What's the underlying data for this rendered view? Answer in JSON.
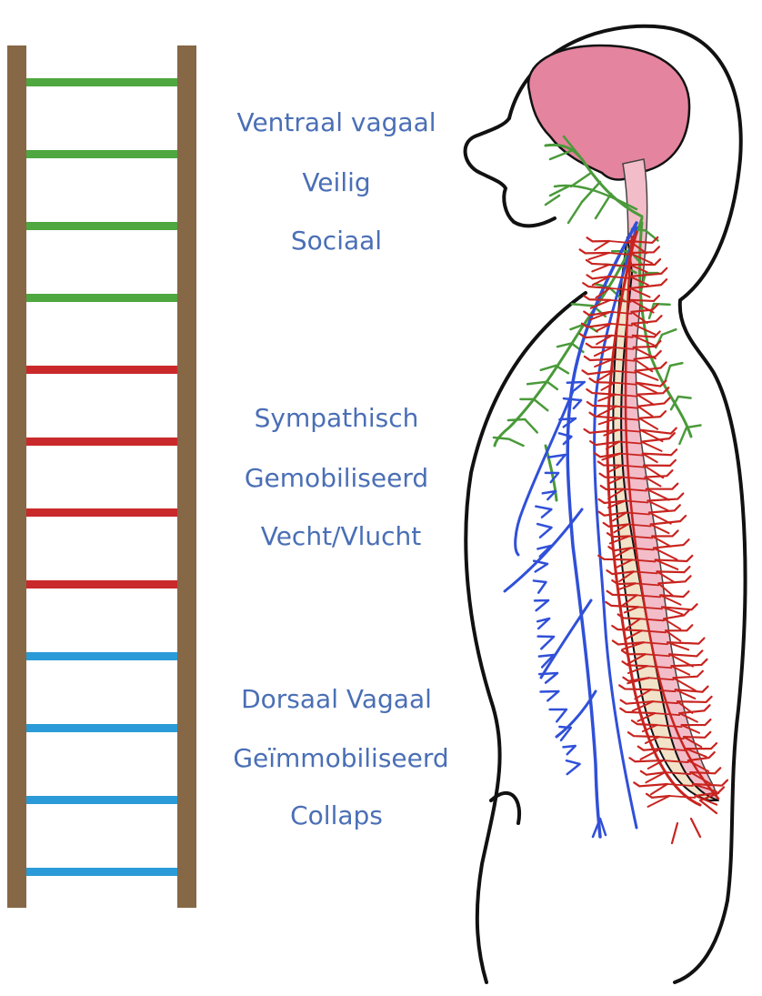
{
  "groups": [
    {
      "key": "ventral",
      "color": "#4ea73f",
      "lines": [
        "Ventraal vagaal",
        "Veilig",
        "Sociaal"
      ]
    },
    {
      "key": "sympathetic",
      "color": "#c9292b",
      "lines": [
        "Sympathisch",
        "Gemobiliseerd",
        "Vecht/Vlucht"
      ]
    },
    {
      "key": "dorsal",
      "color": "#2a9bd8",
      "lines": [
        "Dorsaal Vagaal",
        "Geïmmobiliseerd",
        "Collaps"
      ]
    }
  ],
  "ladder": {
    "rail_color": "#866746",
    "rung_groups": [
      "ventral",
      "ventral",
      "ventral",
      "ventral",
      "sympathetic",
      "sympathetic",
      "sympathetic",
      "sympathetic",
      "dorsal",
      "dorsal",
      "dorsal",
      "dorsal"
    ]
  },
  "figure": {
    "outline_color": "#111111",
    "brain_color": "#e4849e",
    "spinal_cord_color": "#f3bcc9",
    "spine_fill_color": "#f1e2c8",
    "ventral_nerve_color": "#4a9a3a",
    "sympathetic_nerve_color": "#c8241f",
    "dorsal_nerve_color": "#3050d8"
  }
}
